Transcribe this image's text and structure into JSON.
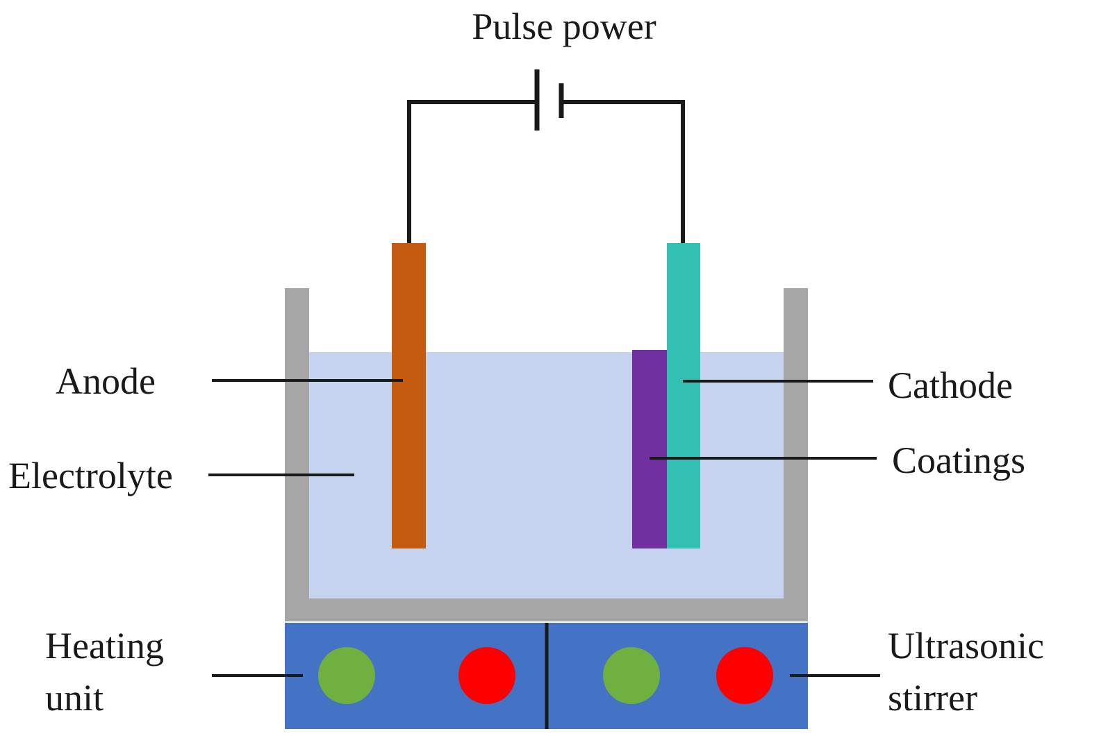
{
  "labels": {
    "power": "Pulse power",
    "anode": "Anode",
    "electrolyte": "Electrolyte",
    "cathode": "Cathode",
    "coatings": "Coatings",
    "heating_line1": "Heating",
    "heating_line2": "unit",
    "stirrer_line1": "Ultrasonic",
    "stirrer_line2": "stirrer"
  },
  "colors": {
    "wire": "#1a1a1a",
    "tank_wall": "#a6a6a6",
    "electrolyte": "#c5d3ee",
    "anode": "#c55a11",
    "cathode": "#33bfb1",
    "coating": "#7030a0",
    "base_unit": "#4472c4",
    "indicator_green": "#70b040",
    "indicator_red": "#ff0000"
  },
  "icons": {
    "power_source": "battery-symbol-icon",
    "indicator": "indicator-light-icon"
  }
}
